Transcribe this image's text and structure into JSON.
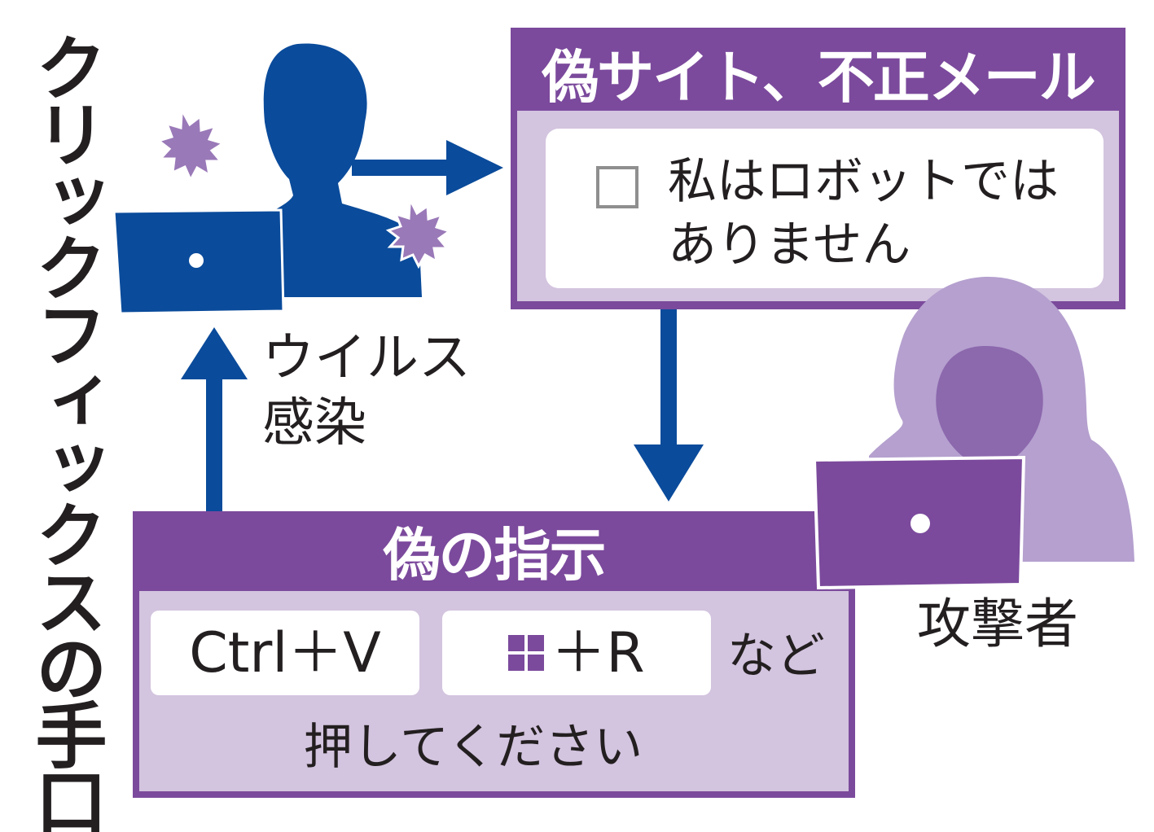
{
  "title": "クリックフィックスの手口",
  "fake_site": {
    "title": "偽サイト、不正メール",
    "captcha_line1": "私はロボットでは",
    "captcha_line2": "ありません"
  },
  "virus_label": {
    "line1": "ウイルス",
    "line2": "感染"
  },
  "fake_instruction": {
    "title": "偽の指示",
    "key1": "Ctrl＋V",
    "key2": "＋R",
    "etc": "など",
    "press": "押してください"
  },
  "attacker_label": "攻撃者",
  "icons": {
    "victim": "person-silhouette-icon",
    "virus": "virus-burst-icon",
    "laptop": "laptop-icon",
    "attacker": "hooded-hacker-icon",
    "windows_key": "windows-logo-icon",
    "checkbox": "checkbox-icon"
  },
  "colors": {
    "navy": "#0a4b9b",
    "purple": "#7b4a9c",
    "light_purple": "#d3c4df",
    "burst": "#9a79b8",
    "hood": "#b5a0cf"
  }
}
